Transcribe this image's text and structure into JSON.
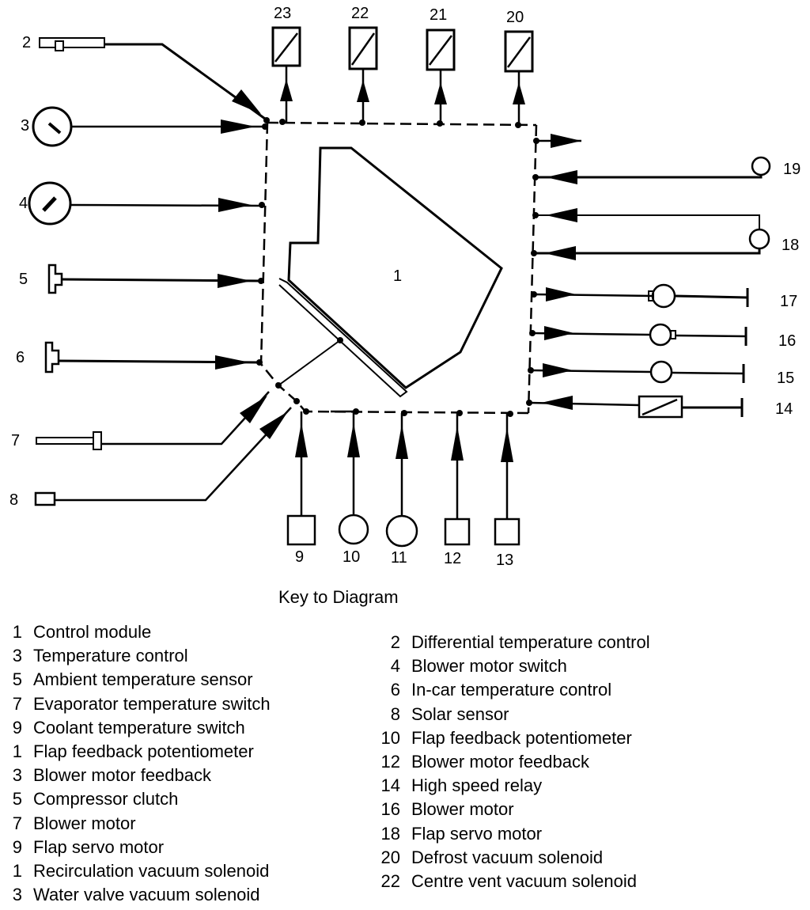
{
  "diagram": {
    "labels": {
      "n1": "1",
      "n2": "2",
      "n3": "3",
      "n4": "4",
      "n5": "5",
      "n6": "6",
      "n7": "7",
      "n8": "8",
      "n9": "9",
      "n10": "10",
      "n11": "11",
      "n12": "12",
      "n13": "13",
      "n14": "14",
      "n15": "15",
      "n16": "16",
      "n17": "17",
      "n18": "18",
      "n19": "19",
      "n20": "20",
      "n21": "21",
      "n22": "22",
      "n23": "23"
    }
  },
  "key": {
    "title": "Key to Diagram",
    "left": [
      {
        "num": "1",
        "text": "Control module"
      },
      {
        "num": "3",
        "text": "Temperature control"
      },
      {
        "num": "5",
        "text": "Ambient temperature sensor"
      },
      {
        "num": "7",
        "text": "Evaporator temperature switch"
      },
      {
        "num": "9",
        "text": "Coolant temperature switch"
      },
      {
        "num": "1",
        "text": "Flap feedback potentiometer"
      },
      {
        "num": "3",
        "text": "Blower motor feedback"
      },
      {
        "num": "5",
        "text": "Compressor clutch"
      },
      {
        "num": "7",
        "text": "Blower motor"
      },
      {
        "num": "9",
        "text": "Flap servo motor"
      },
      {
        "num": "1",
        "text": "Recirculation vacuum solenoid"
      },
      {
        "num": "3",
        "text": "Water valve vacuum solenoid"
      }
    ],
    "right": [
      {
        "num": "2",
        "text": "Differential temperature control"
      },
      {
        "num": "4",
        "text": "Blower motor switch"
      },
      {
        "num": "6",
        "text": "In-car temperature control"
      },
      {
        "num": "8",
        "text": "Solar sensor"
      },
      {
        "num": "10",
        "text": "Flap feedback potentiometer"
      },
      {
        "num": "12",
        "text": "Blower motor feedback"
      },
      {
        "num": "14",
        "text": "High speed relay"
      },
      {
        "num": "16",
        "text": "Blower motor"
      },
      {
        "num": "18",
        "text": "Flap servo motor"
      },
      {
        "num": "20",
        "text": "Defrost vacuum solenoid"
      },
      {
        "num": "22",
        "text": "Centre vent vacuum solenoid"
      }
    ]
  }
}
